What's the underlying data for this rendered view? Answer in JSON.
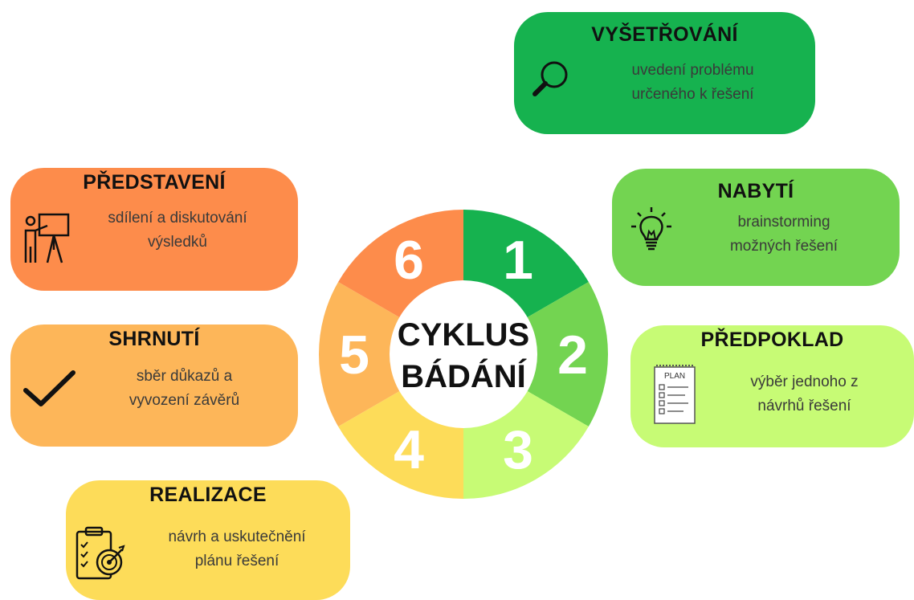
{
  "wheel": {
    "center_line1": "CYKLUS",
    "center_line2": "BÁDÁNÍ",
    "segments": [
      {
        "number": "1",
        "color": "#16b24f"
      },
      {
        "number": "2",
        "color": "#73d451"
      },
      {
        "number": "3",
        "color": "#c7fb75"
      },
      {
        "number": "4",
        "color": "#fddc59"
      },
      {
        "number": "5",
        "color": "#fdb659"
      },
      {
        "number": "6",
        "color": "#fd8c4b"
      }
    ]
  },
  "cards": {
    "c1": {
      "title": "VYŠETŘOVÁNÍ",
      "line1": "uvedení problému",
      "line2": "určeného k řešení",
      "icon": "magnifier-icon",
      "color": "#16b24f"
    },
    "c2": {
      "title": "NABYTÍ",
      "line1": "brainstorming",
      "line2": "možných řešení",
      "icon": "lightbulb-icon",
      "color": "#73d451"
    },
    "c3": {
      "title": "PŘEDPOKLAD",
      "line1": "výběr jednoho z",
      "line2": "návrhů řešení",
      "icon": "plan-checklist-icon",
      "color": "#c7fb75",
      "icon_text": "PLAN"
    },
    "c4": {
      "title": "PŘEDSTAVENÍ",
      "line1": "sdílení a diskutování",
      "line2": "výsledků",
      "icon": "presenter-board-icon",
      "color": "#fd8c4b"
    },
    "c5": {
      "title": "SHRNUTÍ",
      "line1": "sběr důkazů a",
      "line2": "vyvození závěrů",
      "icon": "checkmark-icon",
      "color": "#fdb659"
    },
    "c6": {
      "title": "REALIZACE",
      "line1": "návrh a uskutečnění",
      "line2": "plánu řešení",
      "icon": "clipboard-target-icon",
      "color": "#fddc59"
    }
  }
}
